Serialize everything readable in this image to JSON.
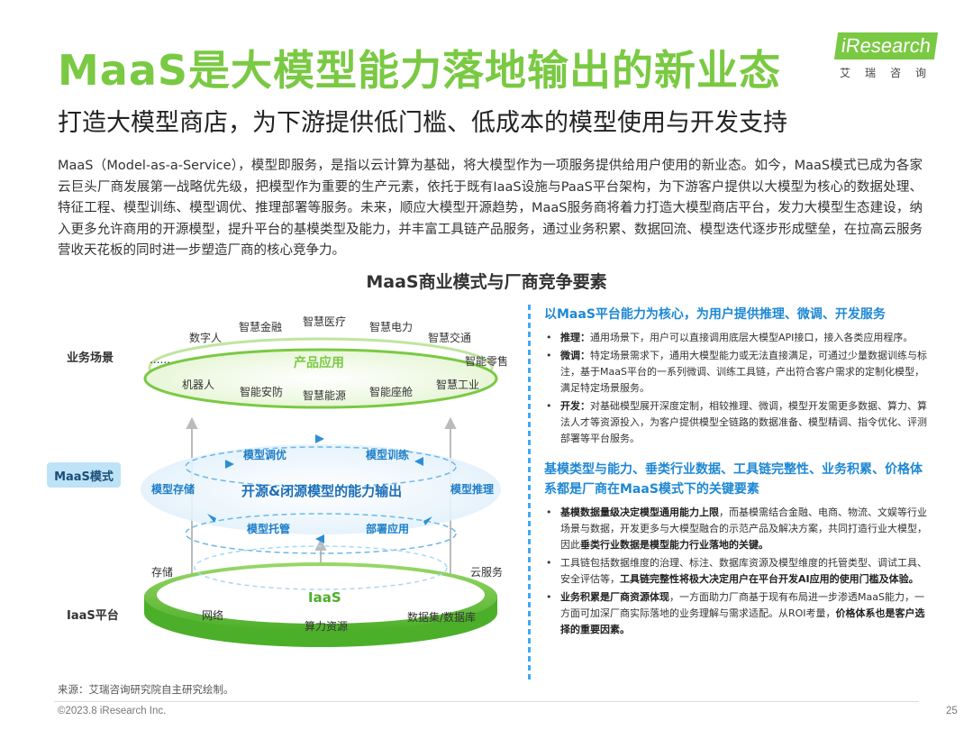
{
  "header": {
    "title": "MaaS是大模型能力落地输出的新业态",
    "subtitle": "打造大模型商店，为下游提供低门槛、低成本的模型使用与开发支持",
    "logo_text": "iResearch",
    "logo_sub": "艾瑞咨询"
  },
  "intro": "MaaS（Model-as-a-Service），模型即服务，是指以云计算为基础，将大模型作为一项服务提供给用户使用的新业态。如今，MaaS模式已成为各家云巨头厂商发展第一战略优先级，把模型作为重要的生产元素，依托于既有IaaS设施与PaaS平台架构，为下游客户提供以大模型为核心的数据处理、特征工程、模型训练、模型调优、推理部署等服务。未来，顺应大模型开源趋势，MaaS服务商将着力打造大模型商店平台，发力大模型生态建设，纳入更多允许商用的开源模型，提升平台的基模类型及能力，并丰富工具链产品服务，通过业务积累、数据回流、模型迭代逐步形成壁垒，在拉高云服务营收天花板的同时进一步塑造厂商的核心竞争力。",
  "diagram": {
    "title": "MaaS商业模式与厂商竞争要素",
    "layers": {
      "business": "业务场景",
      "maas": "MaaS模式",
      "iaas": "IaaS平台"
    },
    "top_center": "产品应用",
    "top_items": [
      "数字人",
      "智慧金融",
      "智慧医疗",
      "智慧电力",
      "智慧交通",
      "......",
      "智能零售",
      "机器人",
      "智能安防",
      "智慧能源",
      "智能座舱",
      "智慧工业"
    ],
    "mid_center": "开源&闭源模型的能力输出",
    "mid_items": [
      "模型调优",
      "模型训练",
      "模型存储",
      "模型推理",
      "模型托管",
      "部署应用"
    ],
    "bottom_center": "IaaS",
    "bottom_items": [
      "存储",
      "云服务",
      "网络",
      "算力资源",
      "数据集/数据库"
    ]
  },
  "right": {
    "section1": {
      "heading": "以MaaS平台能力为核心，为用户提供推理、微调、开发服务",
      "bullets": [
        {
          "bold": "推理：",
          "text": "通用场景下，用户可以直接调用底层大模型API接口，接入各类应用程序。"
        },
        {
          "bold": "微调：",
          "text": "特定场景需求下，通用大模型能力或无法直接满足，可通过少量数据训练与标注，基于MaaS平台的一系列微调、训练工具链，产出符合客户需求的定制化模型，满足特定场景服务。"
        },
        {
          "bold": "开发：",
          "text": "对基础模型展开深度定制，相较推理、微调，模型开发需更多数据、算力、算法人才等资源投入，为客户提供模型全链路的数据准备、模型精调、指令优化、评测部署等平台服务。"
        }
      ]
    },
    "section2": {
      "heading": "基模类型与能力、垂类行业数据、工具链完整性、业务积累、价格体系都是厂商在MaaS模式下的关键要素",
      "bullets": [
        {
          "bold": "基模数据量级决定模型通用能力上限",
          "text": "，而基模需结合金融、电商、物流、文娱等行业场景与数据，开发更多与大模型融合的示范产品及解决方案，共同打造行业大模型，因此",
          "bold2": "垂类行业数据是模型能力行业落地的关键。",
          "text2": ""
        },
        {
          "bold": "",
          "text": "工具链包括数据维度的治理、标注、数据库资源及模型维度的托管类型、调试工具、安全评估等，",
          "bold2": "工具链完整性将极大决定用户在平台开发AI应用的使用门槛及体验。",
          "text2": ""
        },
        {
          "bold": "业务积累是厂商资源体现",
          "text": "，一方面助力厂商基于现有布局进一步渗透MaaS能力，一方面可加深厂商实际落地的业务理解与需求适配。从ROI考量，",
          "bold2": "价格体系也是客户选择的重要因素。",
          "text2": ""
        }
      ]
    }
  },
  "footer": {
    "source": "来源：艾瑞咨询研究院自主研究绘制。",
    "copyright": "©2023.8 iResearch Inc.",
    "page": "25"
  },
  "colors": {
    "green": "#7ac943",
    "blue": "#1e88d4"
  }
}
